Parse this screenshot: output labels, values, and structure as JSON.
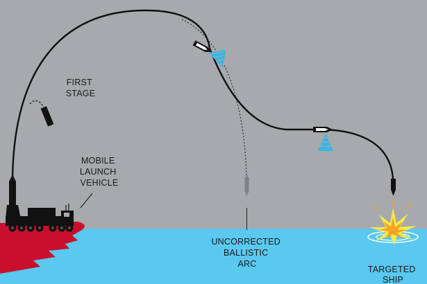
{
  "labels": {
    "first_stage": [
      "FIRST",
      "STAGE"
    ],
    "mobile_launch_vehicle": [
      "MOBILE",
      "LAUNCH",
      "VEHICLE"
    ],
    "uncorrected_ballistic_arc": [
      "UNCORRECTED",
      "BALLISTIC",
      "ARC"
    ],
    "targeted_ship": [
      "TARGETED",
      "SHIP"
    ]
  },
  "colors": {
    "sky": "#a7a9ac",
    "sea": "#5ac8ef",
    "land": "#c8102e",
    "trajectory": "#111111",
    "sensor_beam": "#35b6e6",
    "explosion_yellow": "#f7e948",
    "explosion_orange": "#f4a225"
  },
  "icons": [
    "missile-icon",
    "launch-vehicle-icon",
    "sensor-beam-icon",
    "explosion-icon",
    "ship-icon"
  ]
}
